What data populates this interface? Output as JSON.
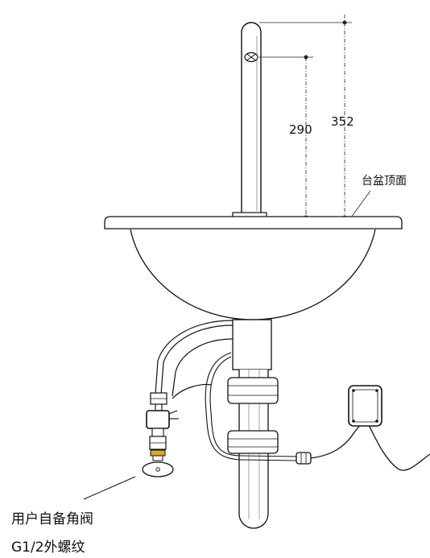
{
  "dimensions": {
    "sensor_height": "290",
    "spout_height": "352"
  },
  "callouts": {
    "basin_top": "台盆顶面",
    "angle_valve": "用户自备角阀",
    "thread_spec": "G1/2外螺纹"
  },
  "colors": {
    "line": "#111111",
    "brass_ring": "#d8a531",
    "background": "#ffffff"
  }
}
